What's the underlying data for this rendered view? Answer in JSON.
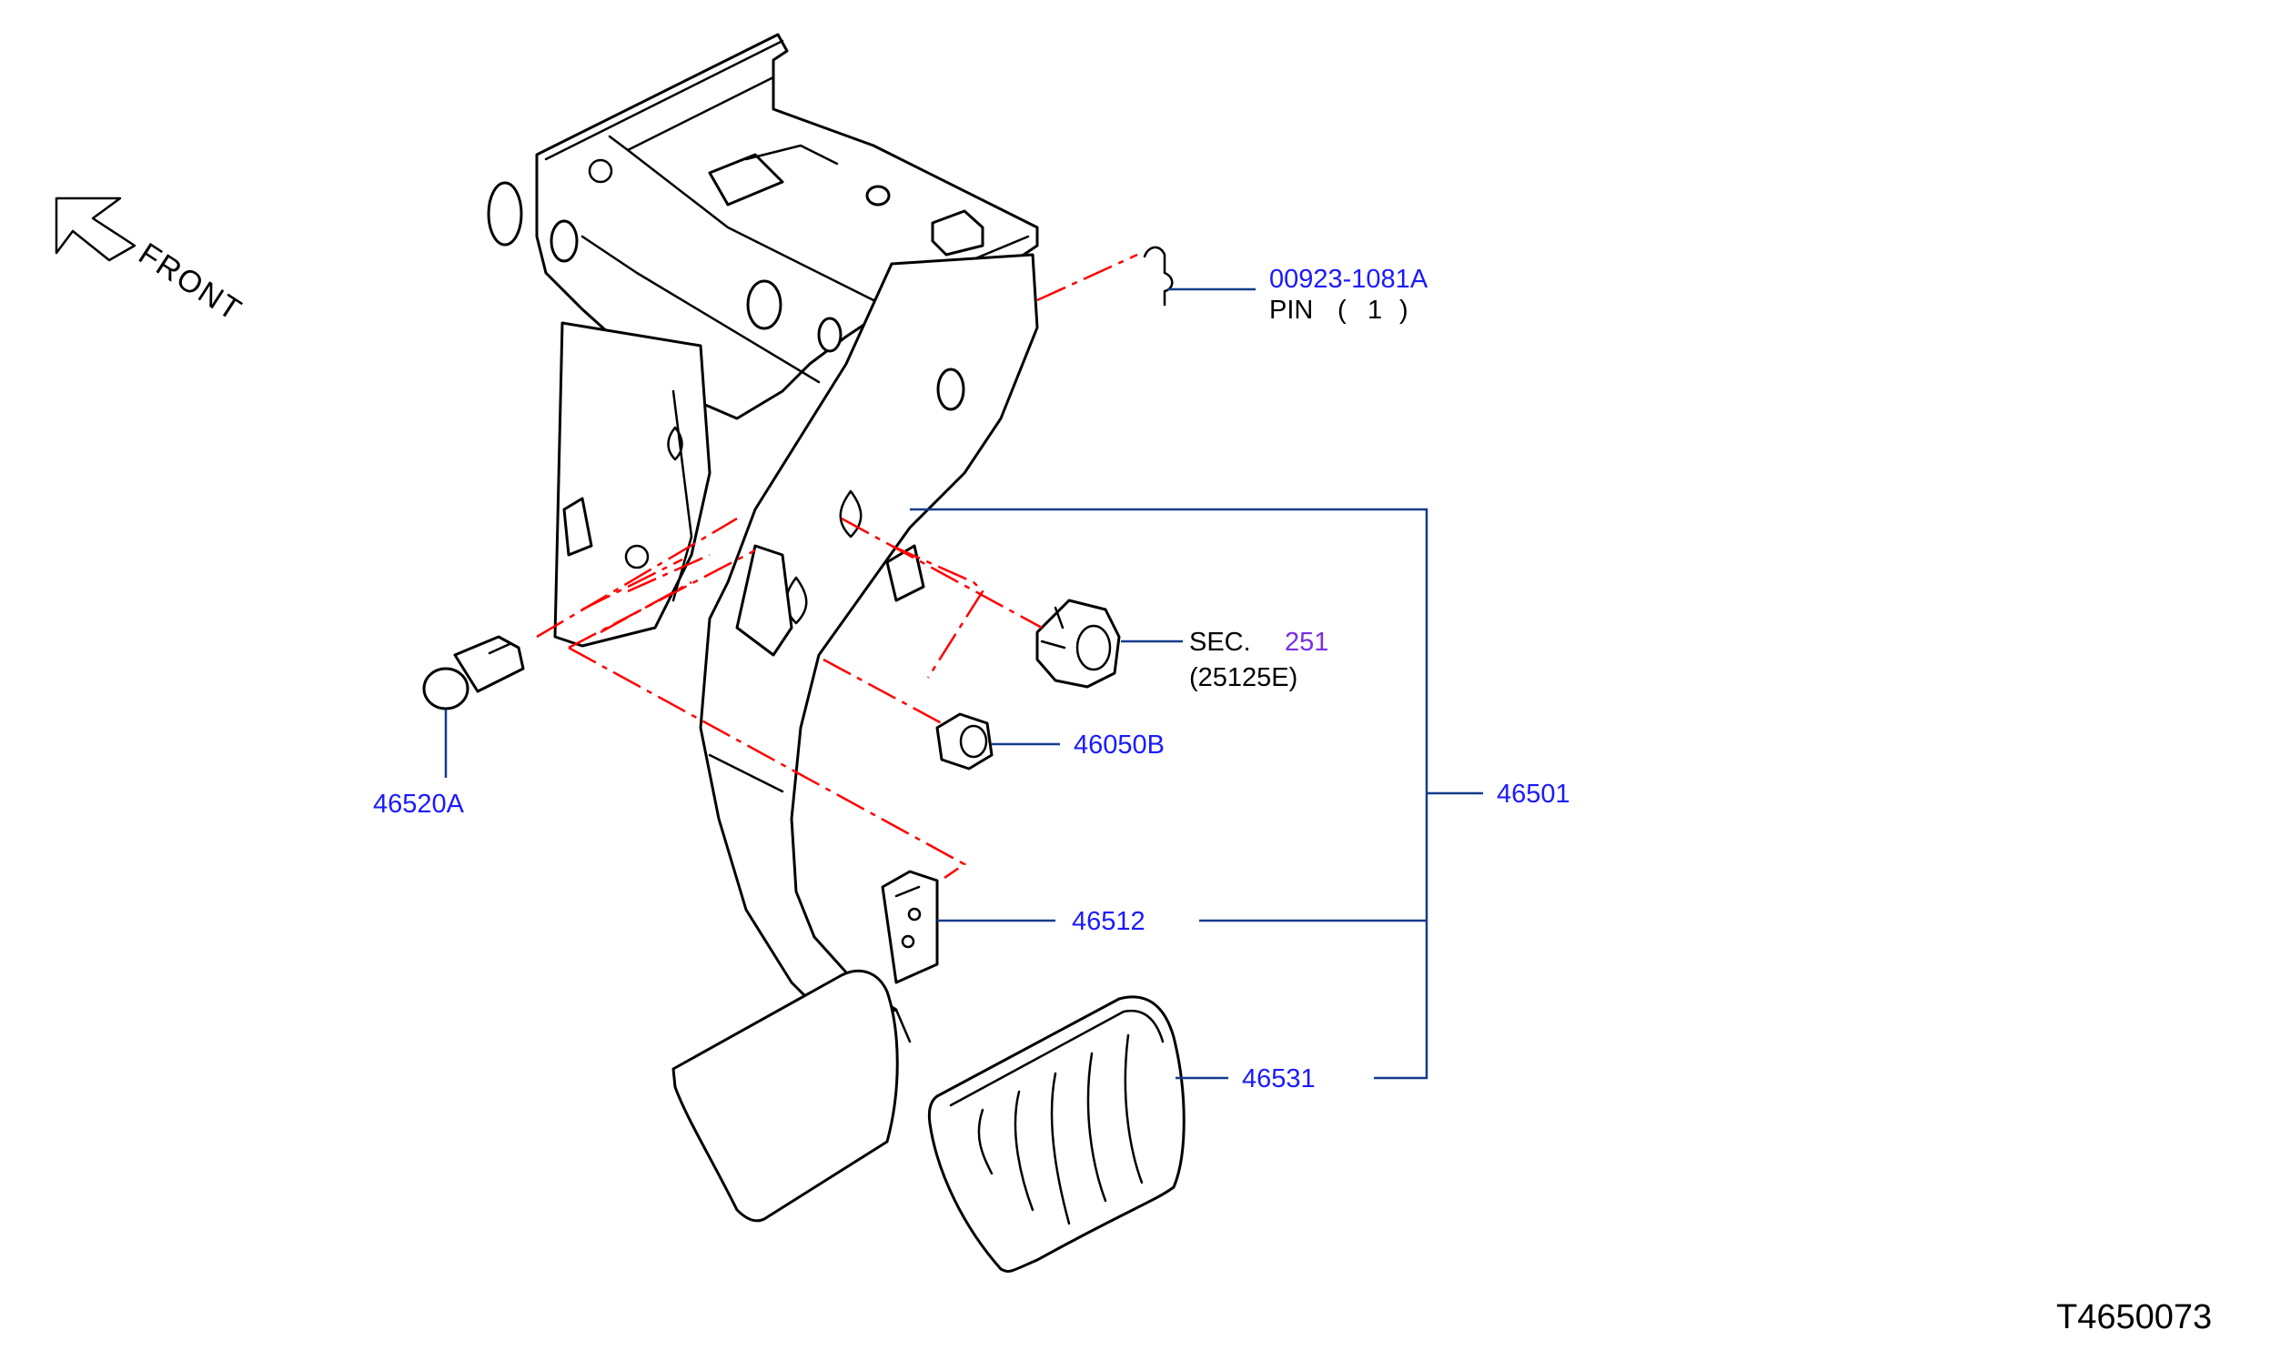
{
  "diagram": {
    "direction_label": "FRONT",
    "drawing_number": "T4650073",
    "colors": {
      "part_number": "#1a1aff",
      "section_number": "#7a2ee6",
      "leader_line": "#143c8c",
      "phantom_line": "#ff0000",
      "outline": "#000000"
    },
    "parts": {
      "pin": {
        "number": "00923-1081A",
        "name": "PIN",
        "qty_open": "(",
        "qty": "1",
        "qty_close": ")"
      },
      "bushing": {
        "sec_label": "SEC.",
        "sec_number": "251",
        "sub_number": "(25125E)"
      },
      "collar": {
        "number": "46050B"
      },
      "pedal_assy": {
        "number": "46501"
      },
      "bracket": {
        "number": "46512"
      },
      "clevis_pin": {
        "number": "46520A"
      },
      "pedal_pad": {
        "number": "46531"
      }
    }
  }
}
